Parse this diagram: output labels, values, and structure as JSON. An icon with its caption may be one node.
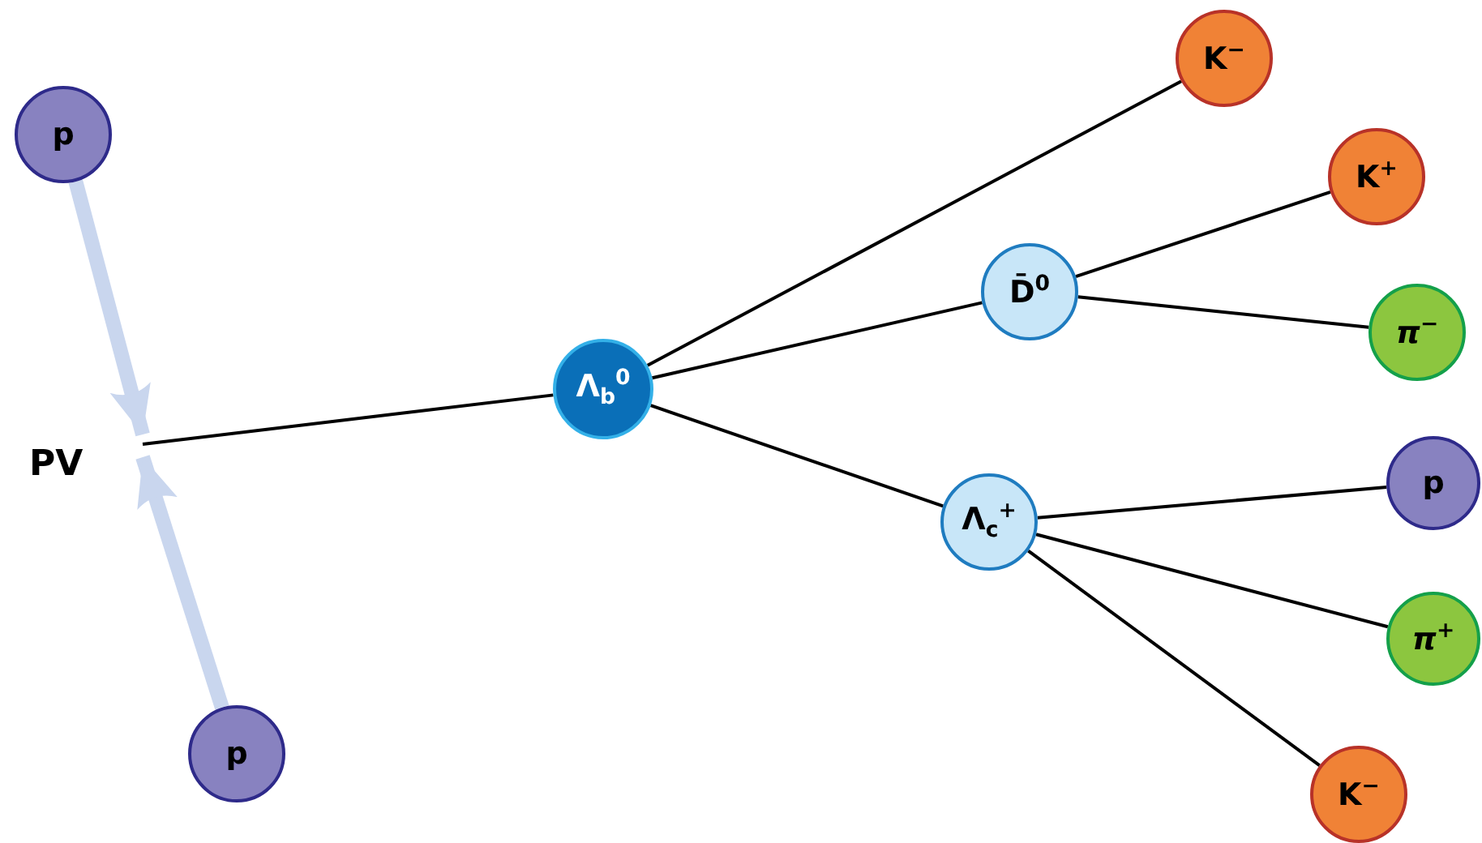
{
  "diagram": {
    "nodes": [
      {
        "text": [
          "p"
        ]
      },
      {
        "text": [
          "PV"
        ]
      },
      {
        "text": [
          "p"
        ]
      },
      {
        "text": [
          "Λ$_{b}$$^{0}$"
        ]
      },
      {
        "text": [
          "K$^{−}$"
        ]
      },
      {
        "text": [
          "K$^{+}$"
        ]
      },
      {
        "text": [
          "D̄$^{0}$"
        ]
      },
      {
        "text": [
          "*π*$^{−}$"
        ]
      },
      {
        "text": [
          "Λ$_{c}$$^{+}$"
        ]
      },
      {
        "text": [
          "p"
        ]
      },
      {
        "text": [
          "*π*$^{+}$"
        ]
      },
      {
        "text": [
          "K$^{−}$"
        ]
      }
    ],
    "edges": [
      {
        "from": 0,
        "to": 1,
        "arrow": "to",
        "style": "thick",
        "color": "#c9d6ee"
      },
      {
        "from": 2,
        "to": 1,
        "arrow": "to",
        "style": "thick",
        "color": "#c9d6ee"
      },
      {
        "from": 1,
        "to": 3,
        "arrow": "none"
      },
      {
        "from": 3,
        "to": 4,
        "arrow": "none"
      },
      {
        "from": 3,
        "to": 6,
        "arrow": "none"
      },
      {
        "from": 3,
        "to": 8,
        "arrow": "none"
      },
      {
        "from": 6,
        "to": 5,
        "arrow": "none"
      },
      {
        "from": 6,
        "to": 7,
        "arrow": "none"
      },
      {
        "from": 8,
        "to": 9,
        "arrow": "none"
      },
      {
        "from": 8,
        "to": 10,
        "arrow": "none"
      },
      {
        "from": 8,
        "to": 11,
        "arrow": "none"
      }
    ]
  }
}
